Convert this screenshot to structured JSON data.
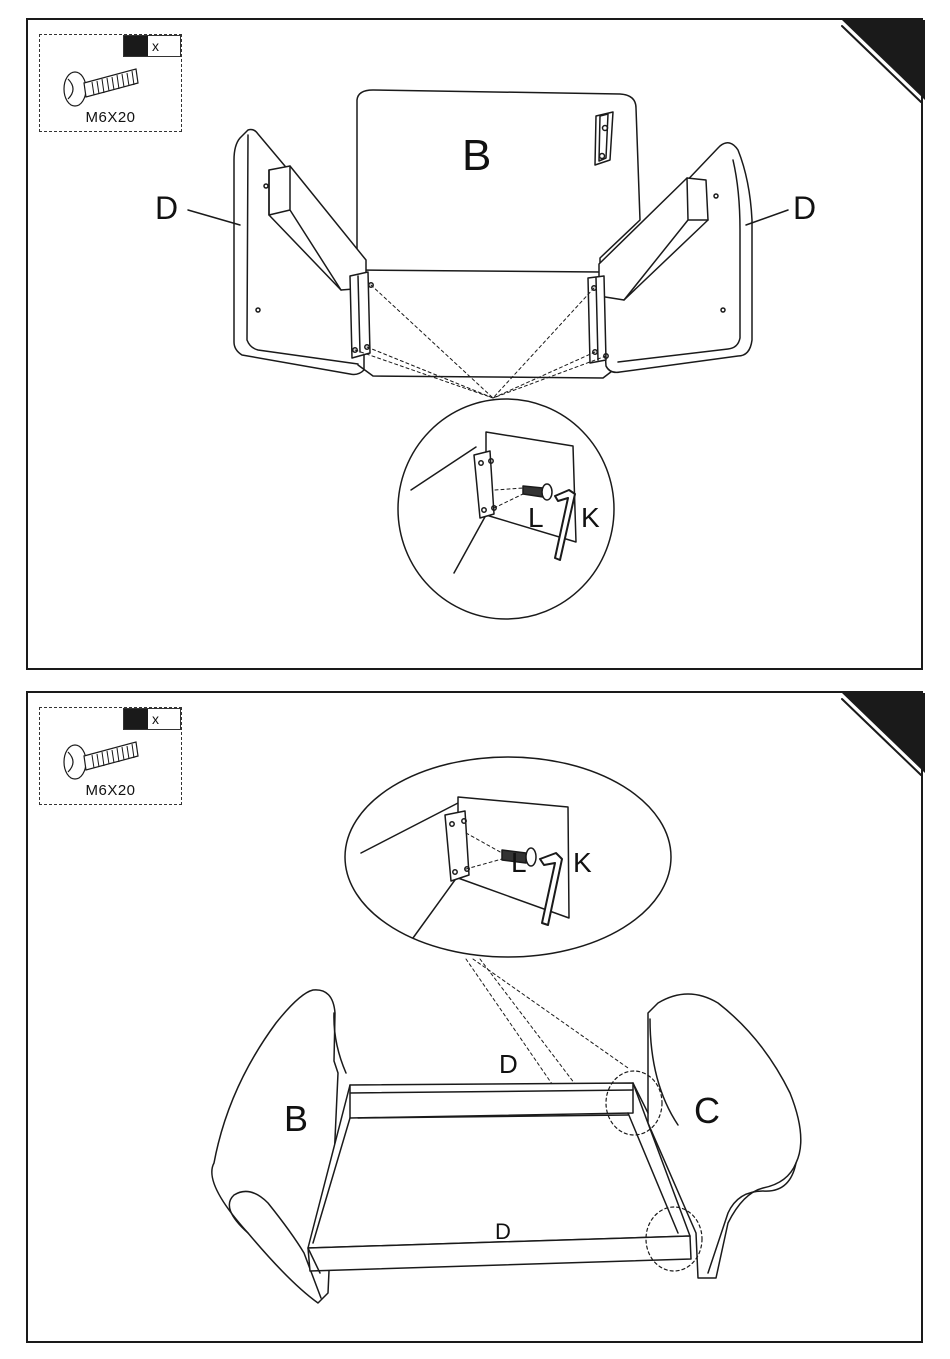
{
  "panels": [
    {
      "hardware": {
        "count_suffix": "x",
        "screw": "M6X20"
      },
      "labels": {
        "back": "B",
        "side_left": "D",
        "side_right": "D",
        "bolt": "L",
        "key": "K"
      }
    },
    {
      "hardware": {
        "count_suffix": "x",
        "screw": "M6X20"
      },
      "labels": {
        "bolt": "L",
        "key": "K",
        "front": "D",
        "back_panel": "D",
        "arm_left": "B",
        "arm_right": "C"
      }
    }
  ]
}
